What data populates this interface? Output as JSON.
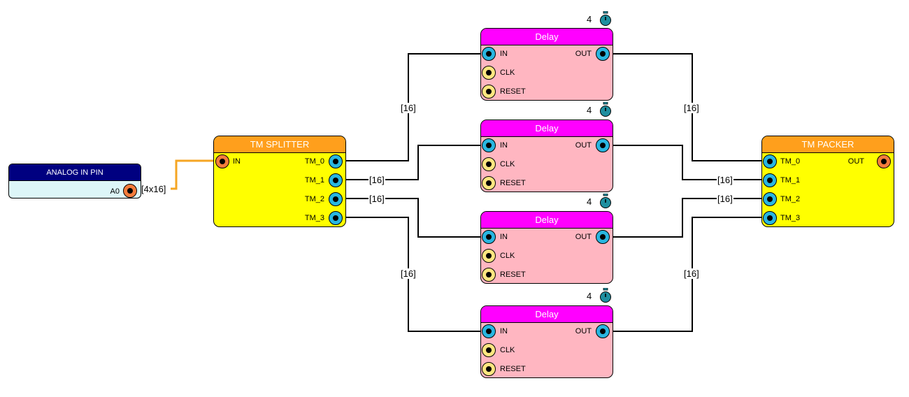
{
  "analog": {
    "title": "ANALOG IN PIN",
    "port": "A0",
    "bus": "[4x16]"
  },
  "splitter": {
    "title": "TM SPLITTER",
    "input": "IN",
    "outputs": [
      "TM_0",
      "TM_1",
      "TM_2",
      "TM_3"
    ]
  },
  "packer": {
    "title": "TM PACKER",
    "inputs": [
      "TM_0",
      "TM_1",
      "TM_2",
      "TM_3"
    ],
    "output": "OUT"
  },
  "delays": [
    {
      "title": "Delay",
      "count": "4",
      "in": "IN",
      "clk": "CLK",
      "reset": "RESET",
      "out": "OUT"
    },
    {
      "title": "Delay",
      "count": "4",
      "in": "IN",
      "clk": "CLK",
      "reset": "RESET",
      "out": "OUT"
    },
    {
      "title": "Delay",
      "count": "4",
      "in": "IN",
      "clk": "CLK",
      "reset": "RESET",
      "out": "OUT"
    },
    {
      "title": "Delay",
      "count": "4",
      "in": "IN",
      "clk": "CLK",
      "reset": "RESET",
      "out": "OUT"
    }
  ],
  "wire_labels": [
    "[16]",
    "[16]",
    "[16]",
    "[16]",
    "[16]",
    "[16]",
    "[16]",
    "[16]"
  ],
  "colors": {
    "wire": "#000000",
    "analog_wire": "#f5a623",
    "port_blue": "#29b6e0",
    "port_yellow": "#ffe680",
    "port_orange": "#f47c3c",
    "timer": "#1f8fa0"
  }
}
